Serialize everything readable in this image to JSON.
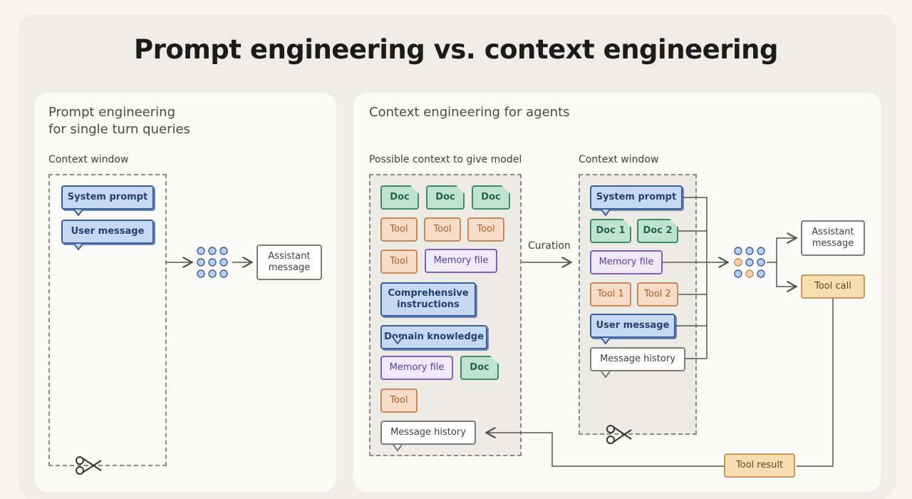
{
  "title": "Prompt engineering vs. context engineering",
  "left_panel": {
    "title": "Prompt engineering\nfor single turn queries",
    "window_label": "Context window",
    "items": [
      "System prompt",
      "User message"
    ],
    "output": "Assistant\nmessage"
  },
  "right_panel": {
    "title": "Context engineering for agents",
    "possible_label": "Possible context to give model",
    "window_label": "Context window",
    "curation_label": "Curation",
    "possible_items": {
      "doc1": "Doc",
      "doc2": "Doc",
      "doc3": "Doc",
      "tool1": "Tool",
      "tool2": "Tool",
      "tool3": "Tool",
      "tool4": "Tool",
      "memory1": "Memory file",
      "instructions": "Comprehensive\ninstructions",
      "domain": "Domain knowledge",
      "memory2": "Memory file",
      "doc4": "Doc",
      "tool5": "Tool",
      "history": "Message history"
    },
    "window_items": {
      "system": "System prompt",
      "doc1": "Doc 1",
      "doc2": "Doc 2",
      "memory": "Memory file",
      "tool1": "Tool 1",
      "tool2": "Tool 2",
      "user": "User message",
      "history": "Message history"
    },
    "outputs": {
      "assistant": "Assistant\nmessage",
      "tool_call": "Tool call",
      "tool_result": "Tool result"
    }
  },
  "colors": {
    "blue": "#c5d9f2",
    "green": "#bfe3d3",
    "orange": "#f7dcc7",
    "purple": "#efeaf8",
    "yellow": "#f7deb0",
    "node_blue": "#b9cfee",
    "node_orange": "#f3cfae"
  },
  "icons": [
    "scissors-icon",
    "neural-network-icon"
  ]
}
